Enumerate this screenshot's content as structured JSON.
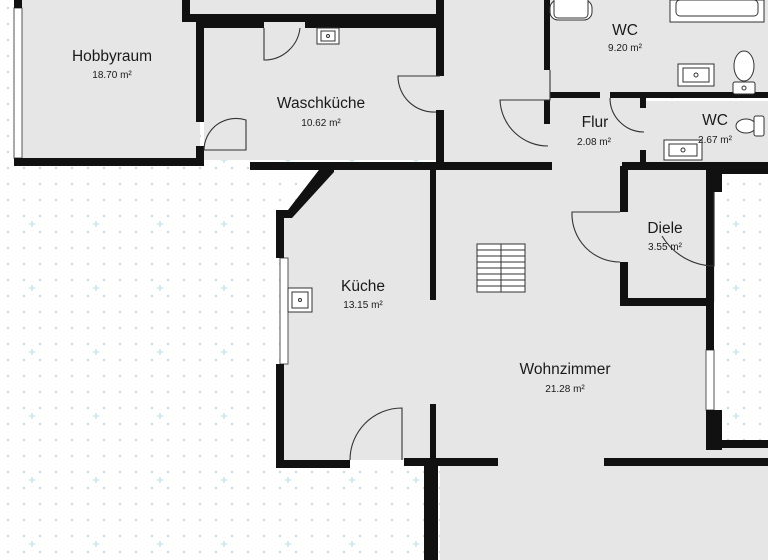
{
  "floor_plan": {
    "colors": {
      "floor": "#e6e6e6",
      "wall": "#111111",
      "grid_dot": "#c9d2da",
      "background": "#ffffff",
      "door_line": "#333333"
    },
    "rooms": [
      {
        "id": "hobbyraum",
        "name": "Hobbyraum",
        "area": "18.70 m²"
      },
      {
        "id": "waschkueche",
        "name": "Waschküche",
        "area": "10.62 m²"
      },
      {
        "id": "wc1",
        "name": "WC",
        "area": "9.20 m²"
      },
      {
        "id": "flur",
        "name": "Flur",
        "area": "2.08 m²"
      },
      {
        "id": "wc2",
        "name": "WC",
        "area": "2.67 m²"
      },
      {
        "id": "diele",
        "name": "Diele",
        "area": "3.55 m²"
      },
      {
        "id": "kueche",
        "name": "Küche",
        "area": "13.15 m²"
      },
      {
        "id": "wohnzimmer",
        "name": "Wohnzimmer",
        "area": "21.28 m²"
      }
    ]
  }
}
